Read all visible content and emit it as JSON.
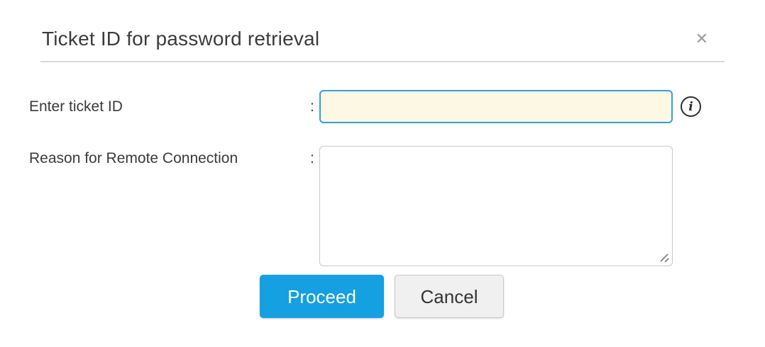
{
  "dialog": {
    "title": "Ticket ID for password retrieval",
    "close_glyph": "✕"
  },
  "form": {
    "colon": ":",
    "ticket_id": {
      "label": "Enter ticket ID",
      "value": "",
      "info_icon_glyph": "i"
    },
    "reason": {
      "label": "Reason for Remote Connection",
      "value": ""
    }
  },
  "buttons": {
    "proceed_label": "Proceed",
    "cancel_label": "Cancel"
  },
  "colors": {
    "accent": "#14a0e1",
    "input_border": "#2ba3e1",
    "input_bg": "#fcf8e3",
    "cancel_bg": "#f0f0f0",
    "title_text": "#3c3c3c",
    "close_gray": "#9c9c9c",
    "divider": "#d9d9d9"
  }
}
